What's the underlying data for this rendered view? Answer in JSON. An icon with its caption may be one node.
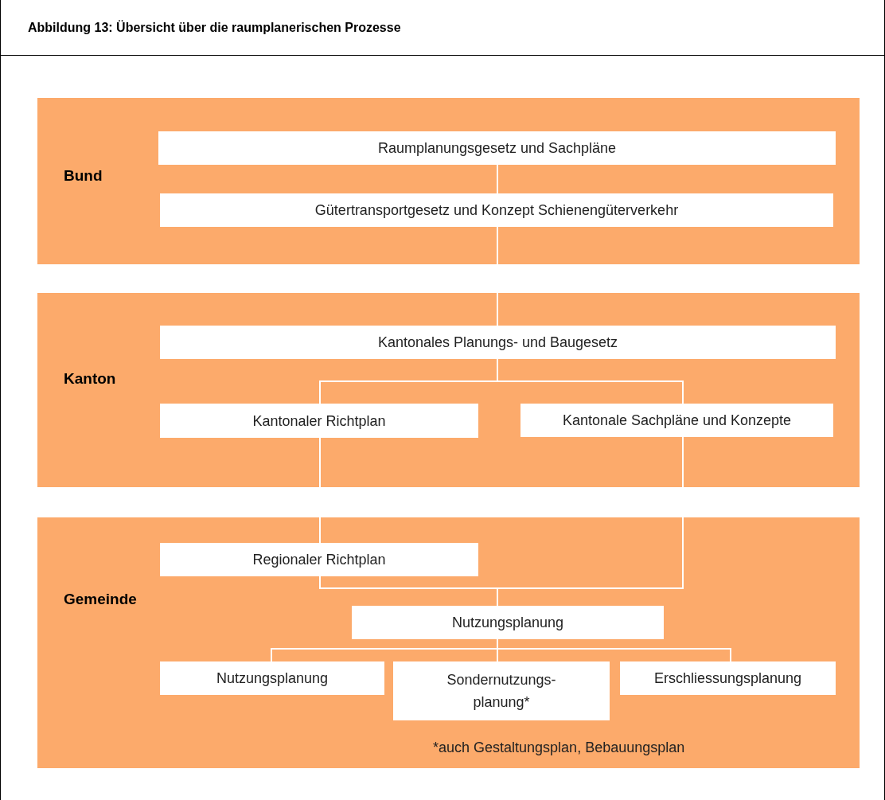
{
  "diagram": {
    "title": "Abbildung 13: Übersicht über die raumplanerischen Prozesse",
    "nodes": [
      {
        "text": [
          "Bund"
        ]
      },
      {
        "text": [
          "Raumplanungsgesetz und Sachpläne"
        ],
        "in": 0
      },
      {
        "text": [
          "Gütertransportgesetz und Konzept Schienengüterverkehr"
        ],
        "in": 0
      },
      {
        "text": [
          "Kanton"
        ]
      },
      {
        "text": [
          "Kantonales Planungs- und Baugesetz"
        ],
        "in": 3
      },
      {
        "text": [
          "Kantonaler Richtplan"
        ],
        "in": 3
      },
      {
        "text": [
          "Kantonale Sachpläne und Konzepte"
        ],
        "in": 3
      },
      {
        "text": [
          "Gemeinde"
        ]
      },
      {
        "text": [
          "Regionaler Richtplan"
        ],
        "in": 7
      },
      {
        "text": [
          "Nutzungsplanung"
        ],
        "in": 7
      },
      {
        "text": [
          "Nutzungsplanung"
        ],
        "in": 7
      },
      {
        "text": [
          "Sondernutzungs- planung*"
        ],
        "in": 7
      },
      {
        "text": [
          "Erschliessungsplanung"
        ],
        "in": 7
      }
    ],
    "edges": [
      {
        "from": 1,
        "to": 2,
        "arrow": "none"
      },
      {
        "from": 2,
        "to": 4,
        "arrow": "none"
      },
      {
        "from": 4,
        "to": 5,
        "arrow": "none"
      },
      {
        "from": 4,
        "to": 6,
        "arrow": "none"
      },
      {
        "from": 5,
        "to": 8,
        "arrow": "none"
      },
      {
        "from": 8,
        "to": 9,
        "arrow": "none"
      },
      {
        "from": 6,
        "to": 9,
        "arrow": "none"
      },
      {
        "from": 9,
        "to": 10,
        "arrow": "none"
      },
      {
        "from": 9,
        "to": 11,
        "arrow": "none"
      },
      {
        "from": 9,
        "to": 12,
        "arrow": "none"
      }
    ],
    "labels": [
      "*auch Gestaltungsplan, Bebauungsplan"
    ]
  }
}
